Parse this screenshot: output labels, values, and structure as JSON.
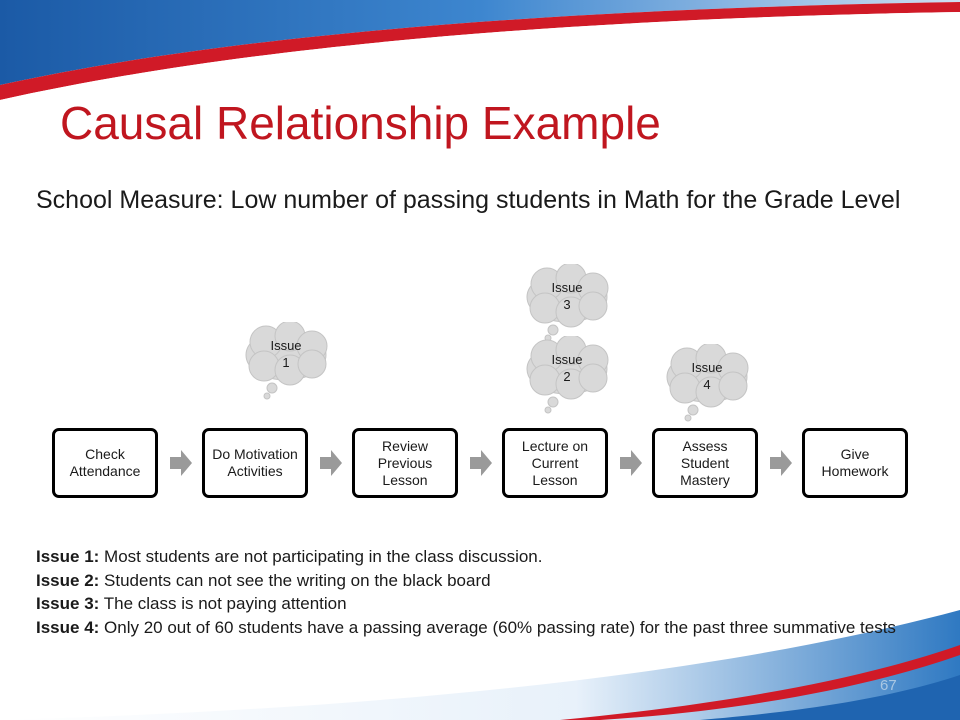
{
  "slide": {
    "title": "Causal Relationship Example",
    "subtitle": "School Measure: Low number of passing students in Math for the Grade Level",
    "page_number": "67"
  },
  "process_steps": [
    {
      "label": "Check Attendance"
    },
    {
      "label": "Do Motivation Activities"
    },
    {
      "label": "Review Previous Lesson"
    },
    {
      "label": "Lecture on Current Lesson"
    },
    {
      "label": "Assess Student Mastery"
    },
    {
      "label": "Give Homework"
    }
  ],
  "issue_bubbles": [
    {
      "label": "Issue\n1"
    },
    {
      "label": "Issue\n3"
    },
    {
      "label": "Issue\n2"
    },
    {
      "label": "Issue\n4"
    }
  ],
  "issues": [
    {
      "key": "Issue 1:",
      "text": " Most students are not participating in the class discussion."
    },
    {
      "key": "Issue 2:",
      "text": " Students can not see the writing on the black board"
    },
    {
      "key": "Issue 3:",
      "text": " The class is not paying attention"
    },
    {
      "key": "Issue 4:",
      "text": " Only 20 out of 60 students have a passing average (60% passing rate) for the past three summative tests"
    }
  ],
  "colors": {
    "title": "#c0161f",
    "banner_blue": "#1f64b0",
    "banner_red": "#d01a27",
    "bubble_fill": "#d9d9d9",
    "step_border": "#000000",
    "arrow": "#9a9a9a"
  }
}
